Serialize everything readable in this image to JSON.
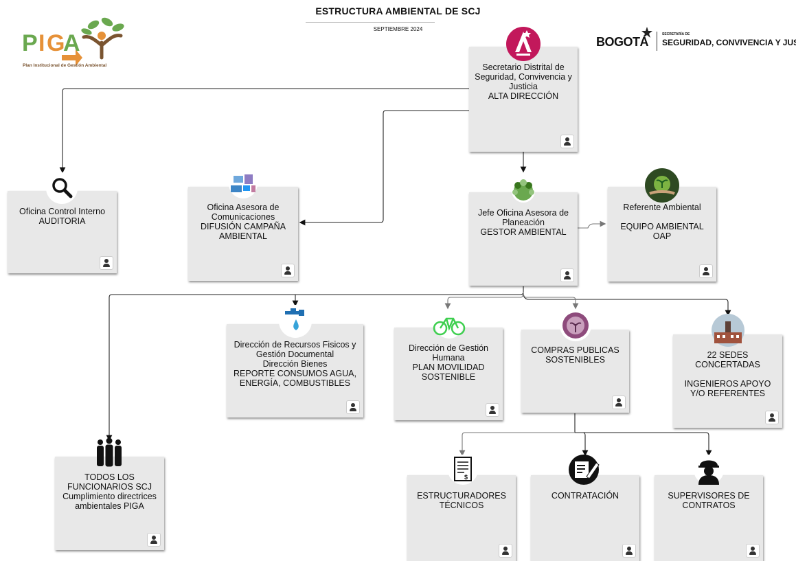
{
  "header": {
    "title": "ESTRUCTURA AMBIENTAL DE SCJ",
    "date": "SEPTIEMBRE 2024"
  },
  "logos": {
    "piga_word": "PIGA",
    "piga_caption": "Plan Institucional de Gestión Ambiental",
    "bogota_word": "BOGOTÁ",
    "secretaria_small": "SECRETARÍA DE",
    "secretaria_name": "SEGURIDAD, CONVIVENCIA Y JUSTIC"
  },
  "nodes": {
    "secretario": [
      "Secretario Distrital de",
      "Seguridad, Convivencia y",
      "Justicia",
      "ALTA DIRECCIÓN"
    ],
    "control_interno": [
      "Oficina Control Interno",
      "AUDITORIA"
    ],
    "comunicaciones": [
      "Oficina Asesora de",
      "Comunicaciones",
      "DIFUSIÓN CAMPAÑA",
      "AMBIENTAL"
    ],
    "planeacion": [
      "Jefe Oficina Asesora de",
      "Planeación",
      "GESTOR AMBIENTAL"
    ],
    "referente": {
      "top": [
        "Referente Ambiental"
      ],
      "bottom": [
        "EQUIPO AMBIENTAL",
        "OAP"
      ]
    },
    "recursos_fisicos": [
      "Dirección  de Recursos Fisicos y",
      "Gestión Documental",
      "Dirección Bienes",
      "REPORTE CONSUMOS AGUA,",
      "ENERGÍA, COMBUSTIBLES"
    ],
    "gestion_humana": [
      "Dirección de Gestión",
      "Humana",
      "PLAN  MOVILIDAD",
      "SOSTENIBLE"
    ],
    "compras": [
      "COMPRAS PUBLICAS",
      "SOSTENIBLES"
    ],
    "sedes": {
      "top": [
        "22 SEDES",
        "CONCERTADAS"
      ],
      "bottom": [
        "INGENIEROS APOYO",
        "Y/O REFERENTES"
      ]
    },
    "funcionarios": [
      "TODOS LOS",
      "FUNCIONARIOS SCJ",
      "Cumplimiento directrices",
      "ambientales PIGA"
    ],
    "estructuradores": [
      "ESTRUCTURADORES",
      "TÉCNICOS"
    ],
    "contratacion": [
      "CONTRATACIÓN"
    ],
    "supervisores": [
      "SUPERVISORES DE",
      "CONTRATOS"
    ]
  },
  "colors": {
    "node_bg": "#e8e8e8",
    "piga_green": "#6aa84f",
    "piga_orange": "#e69138",
    "scj_magenta": "#c2185b"
  }
}
